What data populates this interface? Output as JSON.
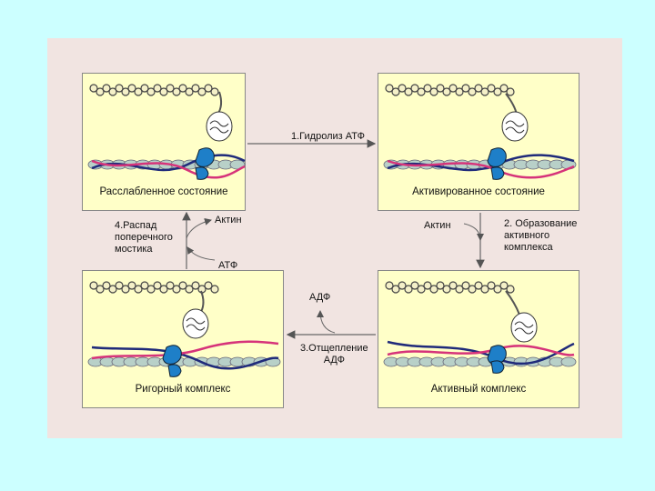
{
  "states": {
    "relaxed": "Расслабленное состояние",
    "activated": "Активированное состояние",
    "active_complex": "Активный комплекс",
    "rigor_complex": "Ригорный комплекс"
  },
  "steps": {
    "step1": "1.Гидролиз АТФ",
    "step2_line1": "2. Образование",
    "step2_line2": "активного",
    "step2_line3": "комплекса",
    "step3_line1": "3.Отщепление",
    "step3_line2": "АДФ",
    "step4_line1": "4.Распад",
    "step4_line2": "поперечного",
    "step4_line3": "мостика"
  },
  "molecules": {
    "actin_step2": "Актин",
    "actin_step4": "Актин",
    "atp_step4": "АТФ",
    "adp_step3": "АДФ"
  },
  "colors": {
    "background": "#ccffff",
    "panel": "#f1e4e1",
    "box": "#ffffc8",
    "strand_navy": "#1f2a7a",
    "strand_pink": "#d6337a",
    "myosin_head": "#1e7fc8",
    "actin_bead": "#b8d0c8"
  }
}
